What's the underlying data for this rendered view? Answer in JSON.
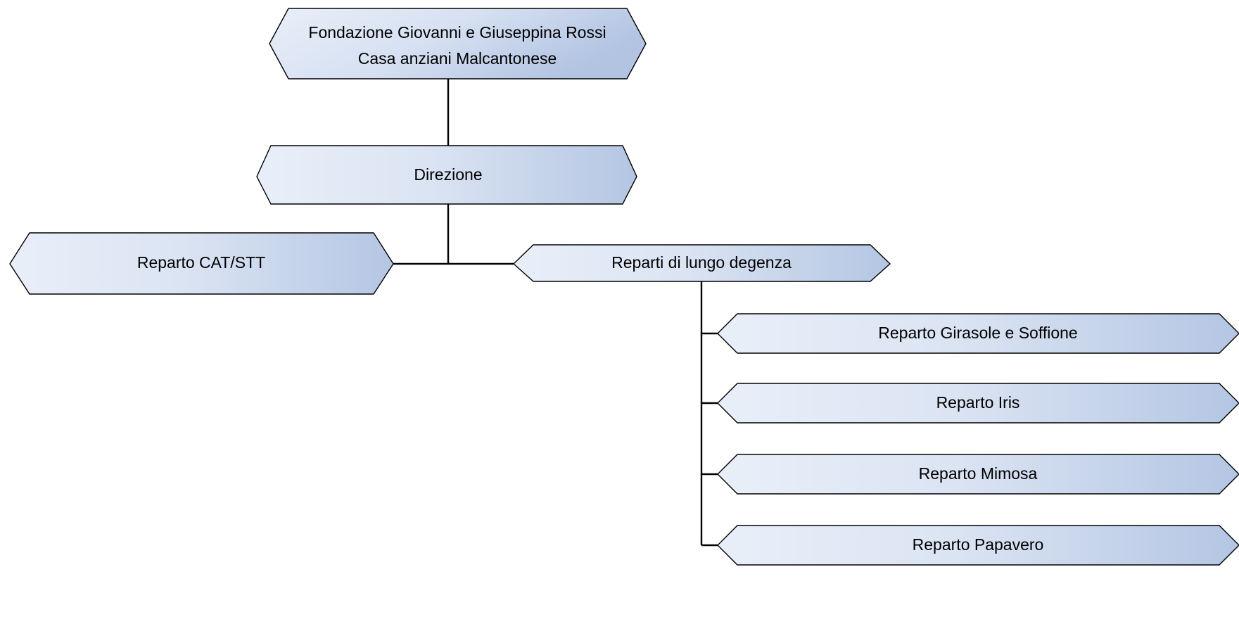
{
  "diagram": {
    "type": "organizational-chart",
    "language": "it",
    "background_color": "#ffffff",
    "node_style": {
      "shape": "hexagon",
      "gradient_from": "#e8eef8",
      "gradient_to": "#b6c8e4",
      "border_color": "#000000",
      "text_color": "#000000"
    },
    "connector_color": "#000000"
  },
  "nodes": {
    "root": {
      "line1": "Fondazione Giovanni e Giuseppina Rossi",
      "line2": "Casa anziani Malcantonese"
    },
    "direzione": {
      "label": "Direzione"
    },
    "reparto_cat_stt": {
      "label": "Reparto CAT/STT"
    },
    "reparti_lungo_degenza": {
      "label": "Reparti di lungo degenza"
    },
    "sub_reparti": [
      {
        "label": "Reparto Girasole e Soffione"
      },
      {
        "label": "Reparto Iris"
      },
      {
        "label": "Reparto Mimosa"
      },
      {
        "label": "Reparto Papavero"
      }
    ]
  }
}
